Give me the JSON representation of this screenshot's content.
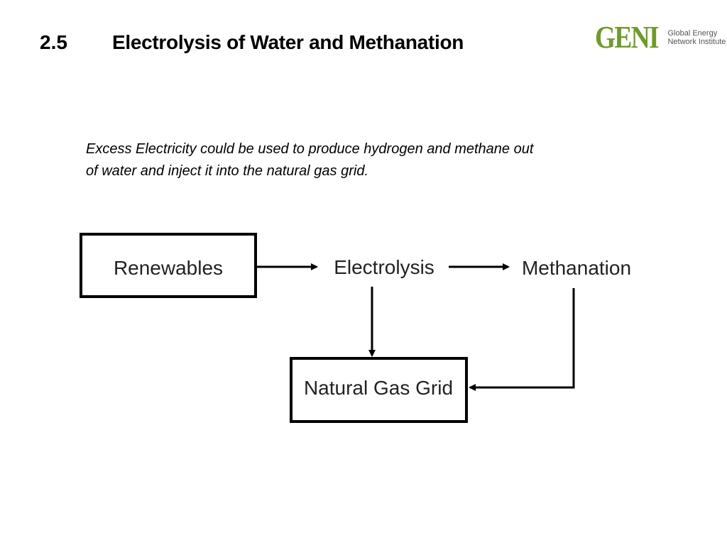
{
  "slide": {
    "number": "2.5",
    "title": "Electrolysis of Water and Methanation"
  },
  "logo": {
    "mark": "GENI",
    "line1": "Global Energy",
    "line2": "Network Institute",
    "color": "#6f9a2a"
  },
  "intro": {
    "line1": "Excess Electricity could be used to produce hydrogen and methane out",
    "line2": "of water and inject it into the natural gas grid."
  },
  "diagram": {
    "nodes": {
      "renewables": "Renewables",
      "electrolysis": "Electrolysis",
      "methanation": "Methanation",
      "grid": "Natural Gas Grid"
    },
    "edges": [
      {
        "from": "Renewables",
        "to": "Electrolysis"
      },
      {
        "from": "Electrolysis",
        "to": "Methanation"
      },
      {
        "from": "Electrolysis",
        "to": "Natural Gas Grid"
      },
      {
        "from": "Methanation",
        "to": "Natural Gas Grid"
      }
    ]
  }
}
